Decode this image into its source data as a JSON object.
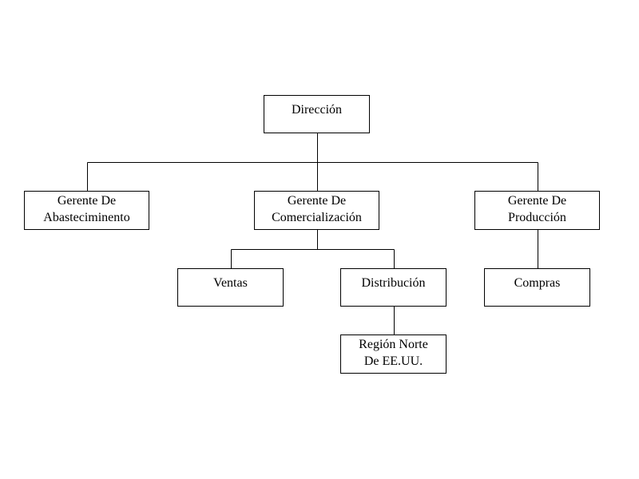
{
  "org_chart": {
    "nodes": {
      "direccion": "Dirección",
      "abastecimiento": "Gerente De\nAbasteciminento",
      "comercializacion": "Gerente De\nComercialización",
      "produccion": "Gerente De\nProducción",
      "ventas": "Ventas",
      "distribucion": "Distribución",
      "compras": "Compras",
      "region": "Región Norte\nDe EE.UU."
    },
    "edges": [
      [
        "direccion",
        "abastecimiento"
      ],
      [
        "direccion",
        "comercializacion"
      ],
      [
        "direccion",
        "produccion"
      ],
      [
        "comercializacion",
        "ventas"
      ],
      [
        "comercializacion",
        "distribucion"
      ],
      [
        "produccion",
        "compras"
      ],
      [
        "distribucion",
        "region"
      ]
    ],
    "colors": {
      "line": "#000000",
      "box_border": "#000000",
      "background": "#ffffff"
    }
  }
}
